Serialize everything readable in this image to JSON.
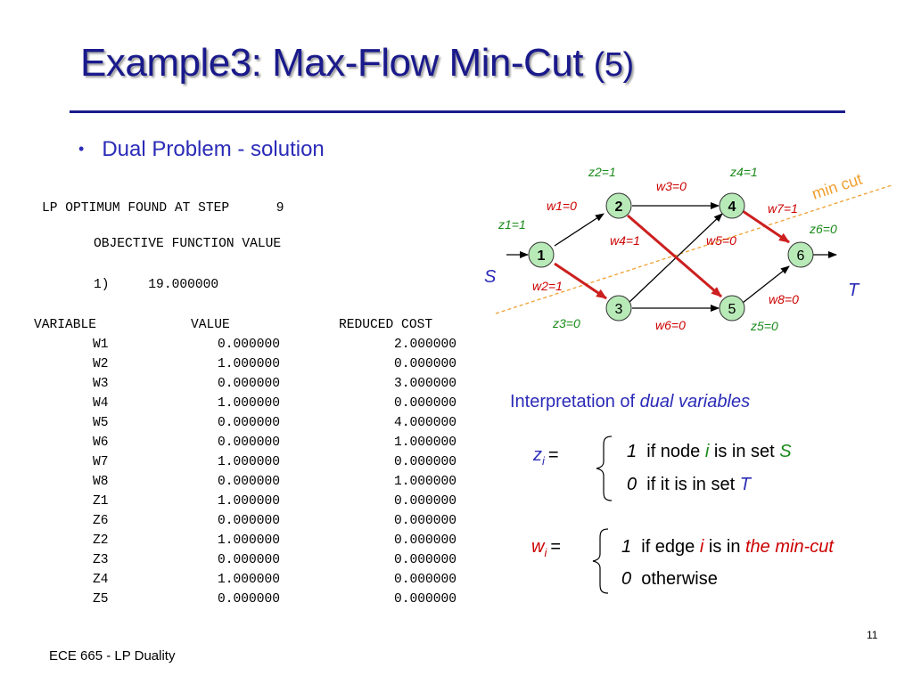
{
  "title": {
    "main": "Example3: Max-Flow Min-Cut",
    "suffix": "(5)"
  },
  "bullet": {
    "marker": "•",
    "text": "Dual Problem - solution"
  },
  "lp_output": {
    "header_line": "LP OPTIMUM FOUND AT STEP      9",
    "objective_label": "OBJECTIVE FUNCTION VALUE",
    "objective_value": "1)     19.000000",
    "columns": [
      "VARIABLE",
      "VALUE",
      "REDUCED COST"
    ],
    "rows": [
      {
        "variable": "W1",
        "value": "0.000000",
        "reduced_cost": "2.000000"
      },
      {
        "variable": "W2",
        "value": "1.000000",
        "reduced_cost": "0.000000"
      },
      {
        "variable": "W3",
        "value": "0.000000",
        "reduced_cost": "3.000000"
      },
      {
        "variable": "W4",
        "value": "1.000000",
        "reduced_cost": "0.000000"
      },
      {
        "variable": "W5",
        "value": "0.000000",
        "reduced_cost": "4.000000"
      },
      {
        "variable": "W6",
        "value": "0.000000",
        "reduced_cost": "1.000000"
      },
      {
        "variable": "W7",
        "value": "1.000000",
        "reduced_cost": "0.000000"
      },
      {
        "variable": "W8",
        "value": "0.000000",
        "reduced_cost": "1.000000"
      },
      {
        "variable": "Z1",
        "value": "1.000000",
        "reduced_cost": "0.000000"
      },
      {
        "variable": "Z6",
        "value": "0.000000",
        "reduced_cost": "0.000000"
      },
      {
        "variable": "Z2",
        "value": "1.000000",
        "reduced_cost": "0.000000"
      },
      {
        "variable": "Z3",
        "value": "0.000000",
        "reduced_cost": "0.000000"
      },
      {
        "variable": "Z4",
        "value": "1.000000",
        "reduced_cost": "0.000000"
      },
      {
        "variable": "Z5",
        "value": "0.000000",
        "reduced_cost": "0.000000"
      }
    ]
  },
  "graph": {
    "nodes": [
      "1",
      "2",
      "3",
      "4",
      "5",
      "6"
    ],
    "source_label": "S",
    "sink_label": "T",
    "cut_label": "min cut",
    "node_labels": {
      "z1": "z1=1",
      "z2": "z2=1",
      "z3": "z3=0",
      "z4": "z4=1",
      "z5": "z5=0",
      "z6": "z6=0"
    },
    "edge_labels": {
      "w1": "w1=0",
      "w2": "w2=1",
      "w3": "w3=0",
      "w4": "w4=1",
      "w5": "w5=0",
      "w6": "w6=0",
      "w7": "w7=1",
      "w8": "w8=0"
    },
    "colors": {
      "node_fill": "#b8eab8",
      "node_stroke": "#333333",
      "cut_edge": "#cc1f1f",
      "normal_edge": "#000000",
      "cut_line": "#f0a030",
      "label_green": "#1a8a1a",
      "label_red": "#cc0000",
      "terminal": "#2b2bb8"
    }
  },
  "interpretation": {
    "heading_plain": "Interpretation of ",
    "heading_italic": "dual variables",
    "z_var": "z",
    "z_sub": "i",
    "equals": "=",
    "z_case1_val": "1",
    "z_case1_text1": "if node ",
    "z_case1_i": "i",
    "z_case1_text2": " is in set ",
    "z_case1_set": "S",
    "z_case2_val": "0",
    "z_case2_text": "if it is in set ",
    "z_case2_set": "T",
    "w_var": "w",
    "w_sub": "i",
    "w_case1_val": "1",
    "w_case1_text1": "if edge ",
    "w_case1_i": "i",
    "w_case1_text2": " is in ",
    "w_case1_cut": "the min-cut",
    "w_case2_val": "0",
    "w_case2_text": "otherwise"
  },
  "footer": {
    "course": "ECE 665 - LP Duality",
    "page": "11"
  }
}
